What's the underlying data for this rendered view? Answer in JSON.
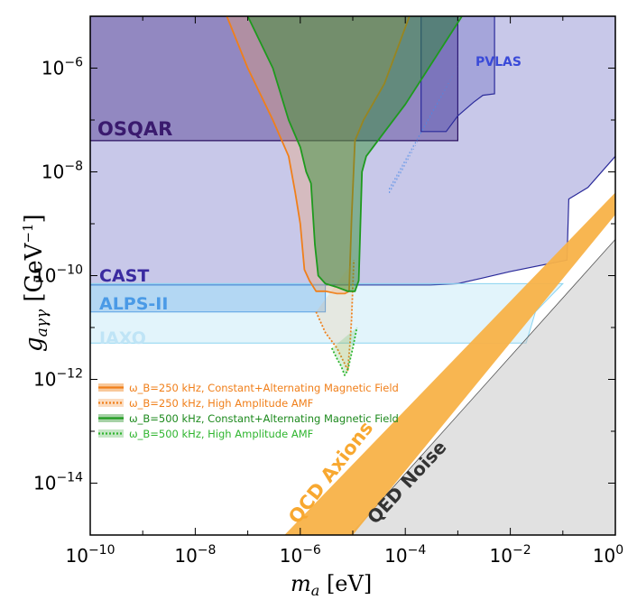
{
  "chart_data": {
    "type": "area",
    "x_scale": "log",
    "y_scale": "log",
    "xlim": [
      1e-10,
      1
    ],
    "ylim": [
      1e-15,
      1e-05
    ],
    "xlabel": "m_a [eV]",
    "ylabel": "g_aγγ [GeV⁻¹]",
    "x_ticks": [
      "10^-10",
      "10^-8",
      "10^-6",
      "10^-4",
      "10^-2",
      "10^0"
    ],
    "y_ticks": [
      "10^-14",
      "10^-12",
      "10^-10",
      "10^-8",
      "10^-6"
    ],
    "legend_position": "lower-left",
    "legend": [
      {
        "label": "ω_B=250 kHz, Constant+Alternating Magnetic Field",
        "color": "#f07f1a",
        "style": "solid"
      },
      {
        "label": "ω_B=250 kHz, High Amplitude AMF",
        "color": "#f07f1a",
        "style": "dotted"
      },
      {
        "label": "ω_B=500 kHz, Constant+Alternating Magnetic Field",
        "color": "#1e9a1e",
        "style": "solid"
      },
      {
        "label": "ω_B=500 kHz, High Amplitude AMF",
        "color": "#2fb52f",
        "style": "dotted"
      }
    ],
    "annotations": {
      "osqar": "OSQAR",
      "pvlas": "PVLAS",
      "cast": "CAST",
      "alps": "ALPS-II",
      "iaxo": "IAXO",
      "qcd": "QCD Axions",
      "qed": "QED Noise"
    },
    "regions": [
      {
        "name": "CAST",
        "color": "#3a3ab0",
        "points": [
          [
            1e-10,
            6.6e-11
          ],
          [
            0.0003,
            6.6e-11
          ],
          [
            0.001,
            7e-11
          ],
          [
            0.003,
            9e-11
          ],
          [
            0.01,
            1.2e-10
          ],
          [
            0.12,
            2e-10
          ],
          [
            0.13,
            3e-09
          ],
          [
            0.3,
            5e-09
          ],
          [
            1,
            2e-08
          ],
          [
            1,
            1e-05
          ],
          [
            1e-10,
            1e-05
          ]
        ]
      },
      {
        "name": "OSQAR",
        "color": "#3a2080",
        "points": [
          [
            1e-10,
            4e-08
          ],
          [
            1e-10,
            1e-05
          ],
          [
            0.001,
            1e-05
          ],
          [
            0.001,
            4e-08
          ]
        ]
      },
      {
        "name": "PVLAS",
        "color": "#3a3ab0",
        "points": [
          [
            0.0002,
            1e-05
          ],
          [
            0.0002,
            6e-08
          ],
          [
            0.0006,
            6e-08
          ],
          [
            0.001,
            1.2e-07
          ],
          [
            0.002,
            2.2e-07
          ],
          [
            0.003,
            3e-07
          ],
          [
            0.005,
            3.2e-07
          ],
          [
            0.005,
            1e-05
          ]
        ]
      },
      {
        "name": "ALPS-II",
        "color": "#4a90e0",
        "points": [
          [
            1e-10,
            2e-11
          ],
          [
            3e-06,
            2e-11
          ],
          [
            3e-06,
            6.6e-11
          ],
          [
            1e-10,
            6.6e-11
          ]
        ]
      },
      {
        "name": "IAXO",
        "color": "#8ad4f0",
        "points": [
          [
            1e-10,
            5e-12
          ],
          [
            0.02,
            5e-12
          ],
          [
            0.03,
            2e-11
          ],
          [
            0.1,
            7e-11
          ],
          [
            1e-10,
            7e-11
          ]
        ]
      },
      {
        "name": "QED Noise",
        "color": "#c8c8c8",
        "points": [
          [
            9e-06,
            1e-15
          ],
          [
            1,
            5e-10
          ],
          [
            1,
            1e-15
          ]
        ]
      },
      {
        "name": "QCD Axions",
        "color": "#f8b248",
        "points": [
          [
            5e-07,
            1e-15
          ],
          [
            1e-05,
            1e-15
          ],
          [
            1,
            1.5e-09
          ],
          [
            1,
            4e-09
          ]
        ]
      }
    ],
    "series": [
      {
        "name": "ω_B=250 kHz, Constant+Alternating Magnetic Field",
        "color": "#f07f1a",
        "style": "solid",
        "x": [
          4e-08,
          1e-07,
          3e-07,
          6e-07,
          8e-07,
          1e-06,
          1.2e-06,
          1.5e-06,
          2e-06,
          3e-06,
          5e-06,
          7e-06,
          8.5e-06,
          9.5e-06,
          1.1e-05,
          1.6e-05,
          4e-05,
          0.00012
        ],
        "y": [
          1e-05,
          1e-06,
          1e-07,
          2e-08,
          4e-09,
          1e-09,
          1.3e-10,
          8e-11,
          5e-11,
          5e-11,
          4.5e-11,
          4.5e-11,
          5e-11,
          1.3e-09,
          4e-08,
          1e-07,
          5e-07,
          1e-05
        ]
      },
      {
        "name": "ω_B=250 kHz, High Amplitude AMF",
        "color": "#f07f1a",
        "style": "dotted",
        "x": [
          2e-06,
          3e-06,
          5e-06,
          7e-06,
          8e-06,
          8.5e-06,
          9e-06,
          9.5e-06,
          1e-05,
          1.05e-05
        ],
        "y": [
          2e-11,
          8e-12,
          4e-12,
          2e-12,
          1.5e-12,
          3e-12,
          6e-12,
          1.5e-11,
          6e-11,
          2e-10
        ]
      },
      {
        "name": "ω_B=500 kHz, Constant+Alternating Magnetic Field",
        "color": "#1e9a1e",
        "style": "solid",
        "x": [
          1e-07,
          3e-07,
          6e-07,
          1e-06,
          1.3e-06,
          1.6e-06,
          1.9e-06,
          2.2e-06,
          3e-06,
          5e-06,
          8e-06,
          1.1e-05,
          1.3e-05,
          1.5e-05,
          1.8e-05,
          3e-05,
          0.0001,
          0.0012
        ],
        "y": [
          1e-05,
          1e-06,
          1e-07,
          3e-08,
          1e-08,
          6e-09,
          4e-10,
          1e-10,
          7e-11,
          6e-11,
          5e-11,
          5e-11,
          8e-11,
          1e-08,
          2e-08,
          4e-08,
          2e-07,
          1e-05
        ]
      },
      {
        "name": "ω_B=500 kHz, High Amplitude AMF",
        "color": "#2fb52f",
        "style": "dotted",
        "x": [
          4e-06,
          5e-06,
          6e-06,
          7e-06,
          8e-06,
          9e-06,
          1e-05,
          1.2e-05
        ],
        "y": [
          4e-12,
          2.5e-12,
          1.8e-12,
          1.2e-12,
          1.5e-12,
          2.5e-12,
          4e-12,
          1e-11
        ]
      }
    ]
  }
}
